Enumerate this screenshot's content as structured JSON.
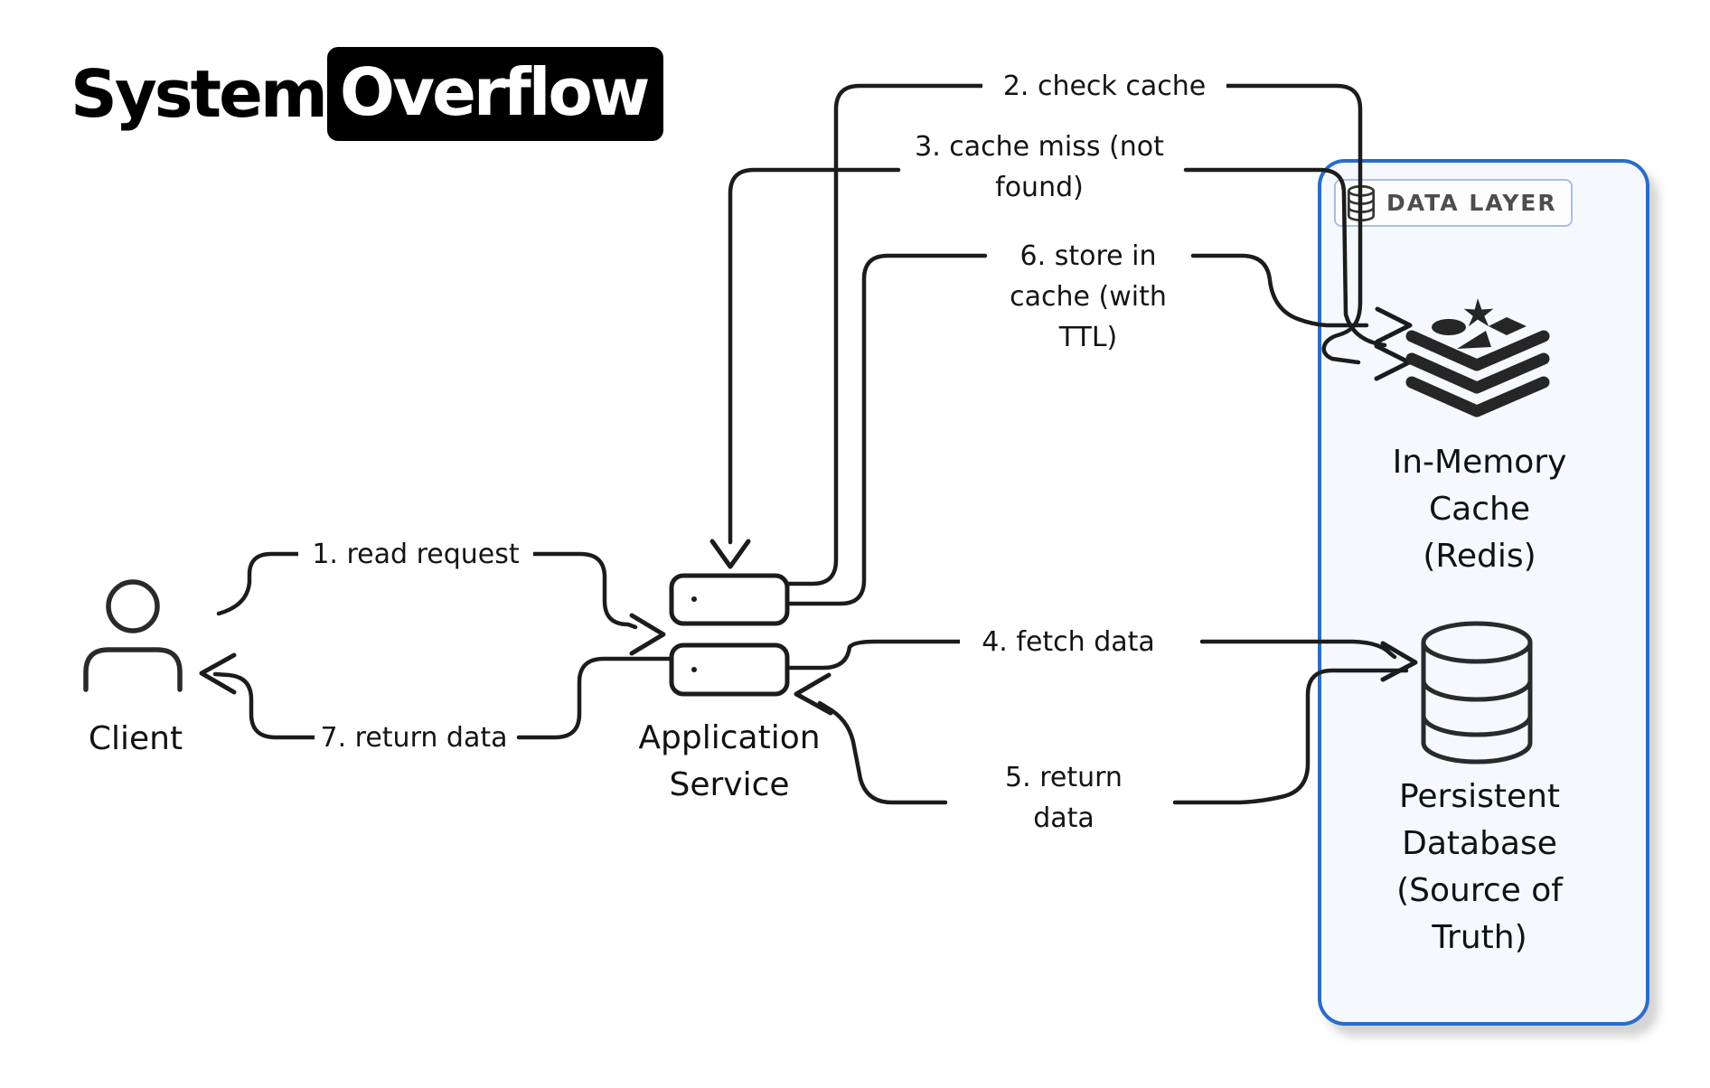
{
  "logo": {
    "part1": "System",
    "part2": "Overflow"
  },
  "groups": {
    "data_layer": {
      "label": "DATA LAYER",
      "icon": "database-icon",
      "border_color": "#2b6cc9",
      "background": "#f5f8fc"
    }
  },
  "nodes": {
    "client": {
      "label": "Client",
      "icon": "person-icon"
    },
    "app_service": {
      "label": "Application Service",
      "icon": "service-boxes-icon"
    },
    "cache": {
      "label": "In-Memory Cache (Redis)",
      "icon": "redis-icon"
    },
    "database": {
      "label": "Persistent Database (Source of Truth)",
      "icon": "database-cylinder-icon"
    }
  },
  "edges": [
    {
      "id": 1,
      "label": "1. read request",
      "from": "client",
      "to": "app_service"
    },
    {
      "id": 2,
      "label": "2. check cache",
      "from": "app_service",
      "to": "cache"
    },
    {
      "id": 3,
      "label": "3. cache miss (not found)",
      "from": "cache",
      "to": "app_service"
    },
    {
      "id": 4,
      "label": "4. fetch data",
      "from": "app_service",
      "to": "database"
    },
    {
      "id": 5,
      "label": "5. return data",
      "from": "database",
      "to": "app_service"
    },
    {
      "id": 6,
      "label": "6. store in cache (with TTL)",
      "from": "app_service",
      "to": "cache"
    },
    {
      "id": 7,
      "label": "7. return data",
      "from": "app_service",
      "to": "client"
    }
  ],
  "colors": {
    "line": "#1c1c1c",
    "panel_border": "#2b6cc9",
    "panel_background": "#f5f8fc",
    "logo_background": "#000000",
    "badge_text": "#4d4d4d"
  }
}
